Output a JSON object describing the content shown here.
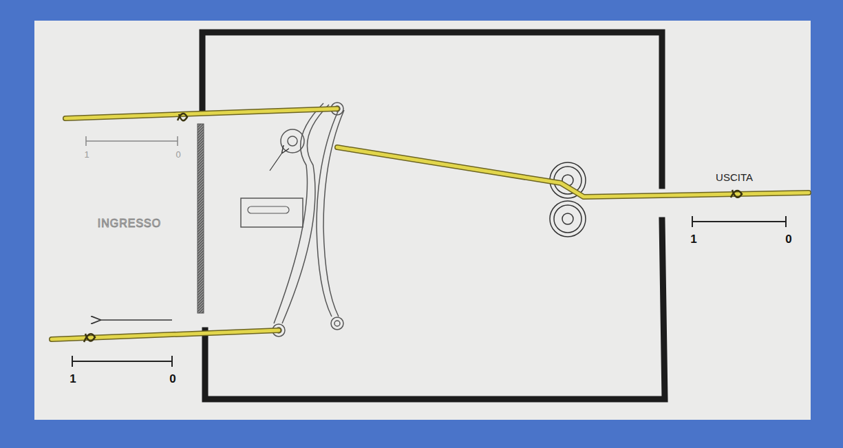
{
  "diagram": {
    "labels": [
      "1",
      "0",
      "USCITA",
      "INGRESSO",
      "1",
      "0",
      "1",
      "0"
    ]
  }
}
